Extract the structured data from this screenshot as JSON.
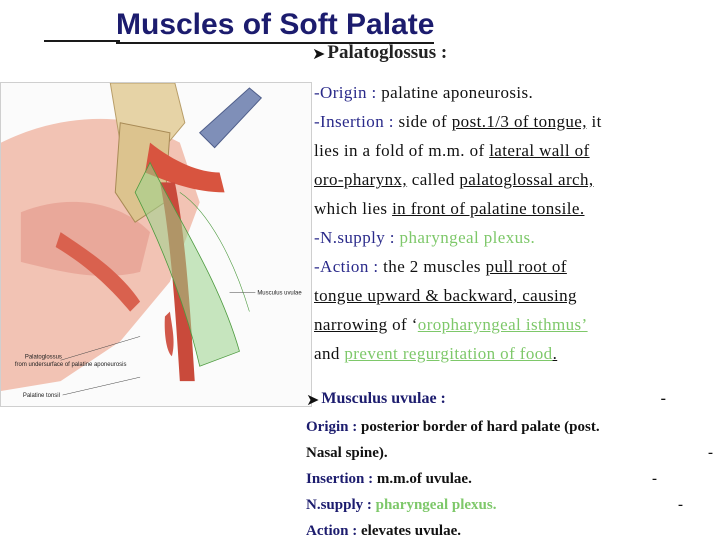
{
  "title": "Muscles of Soft Palate",
  "palatoglossus": {
    "heading": "Palatoglossus :",
    "origin_label": "-Origin :",
    "origin_text": " palatine aponeurosis.",
    "insertion_label": "-Insertion :",
    "insertion_pre": " side of ",
    "insertion_u1": "post.1/3 of tongue,",
    "insertion_post": " it",
    "line3_pre": "lies in a fold of m.m. of ",
    "line3_u": "lateral wall of",
    "line4_u": "oro-pharynx,",
    "line4_mid": " called ",
    "line4_u2": "palatoglossal arch,",
    "line5_pre": "which lies ",
    "line5_u": "in front of palatine tonsile.",
    "nsupply_label": "-N.supply :",
    "nsupply_text": " pharyngeal plexus.",
    "action_label": "-Action :",
    "action_pre": " the 2 muscles ",
    "action_u1": "pull root of",
    "line8_u": "tongue upward & backward, causing ",
    "line9_u": "narrowing",
    "line9_mid": " of ‘",
    "line9_green": "oropharyngeal  isthmus’",
    "line10_pre": "and ",
    "line10_green": "prevent regurgitation of food",
    "line10_end": "."
  },
  "musculus_uvulae": {
    "heading": "Musculus uvulae :",
    "dash": "-",
    "origin_label": "Origin :",
    "origin_text": " posterior border of hard palate (post.",
    "origin_cont": "Nasal spine).",
    "insertion_label": "Insertion :",
    "insertion_text": " m.m.of uvulae.",
    "nsupply_label": "N.supply :",
    "nsupply_text": " pharyngeal plexus.",
    "action_label": "Action :",
    "action_text": " elevates uvulae."
  },
  "illustration": {
    "label_uvulae": "Musculus uvulae",
    "label_pg1": "Palatoglossus",
    "label_pg2": "from undersurface of palatine aponeurosis",
    "label_tonsil": "Palatine tonsil"
  }
}
